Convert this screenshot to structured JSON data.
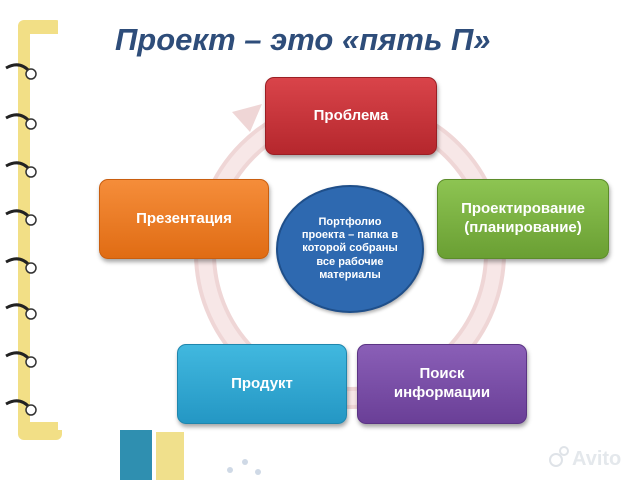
{
  "title": "Проект – это «пять П»",
  "nodes": {
    "problem": "Проблема",
    "design": "Проектирование\n(планирование)",
    "search": "Поиск\nинформации",
    "product": "Продукт",
    "presentation": "Презентация"
  },
  "center": "Портфолио\nпроекта – папка в\nкоторой собраны\nвсе рабочие\nматериалы",
  "watermark": "Avito",
  "colors": {
    "title": "#2e4d7a",
    "problem": "#c8343a",
    "design": "#7cb342",
    "search": "#7a4fa7",
    "product": "#33a8d4",
    "presentation": "#ec7a22",
    "center": "#2e69b0",
    "ring": "#f0dcdc"
  }
}
